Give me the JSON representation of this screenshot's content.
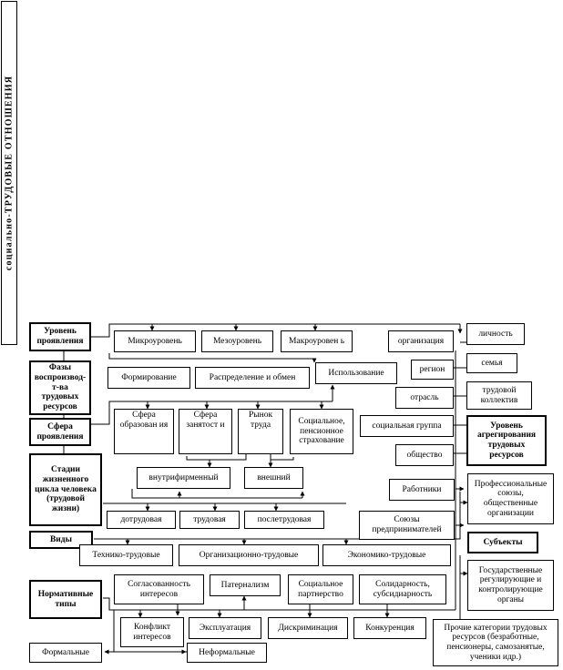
{
  "title": "социально-ТРУДОВЫЕ ОТНОШЕНИЯ",
  "categories_left": {
    "level": "Уровень проявления",
    "phases": "Фазы воспроизвод-т-ва трудовых ресурсов",
    "sphere": "Сфера проявления",
    "lifecycle": "Стадии жизненного цикла человека (трудовой жизни)",
    "kinds": "Виды",
    "normative": "Нормативные типы"
  },
  "levels": {
    "micro": "Микроуровень",
    "meso": "Мезоуровень",
    "macro": "Макроуровен ь"
  },
  "phases": {
    "formation": "Формирование",
    "distribution": "Распределение и обмен",
    "usage": "Использование"
  },
  "spheres": {
    "education": "Сфера образован ия",
    "employment": "Сфера занятост и",
    "market": "Рынок труда",
    "social": "Социальное, пенсионное страхование",
    "internal": "внутрифирменный",
    "external": "внешний"
  },
  "stages": {
    "pre": "дотрудовая",
    "work": "трудовая",
    "post": "послетрудовая"
  },
  "kinds": {
    "tech": "Технико-трудовые",
    "org": "Организационно-трудовые",
    "econ": "Экономико-трудовые"
  },
  "normative_types": {
    "consistency": "Согласованность интересов",
    "paternalism": "Патернализм",
    "partnership": "Социальное партнерство",
    "solidarity": "Солидарность, субсидиарность",
    "conflict": "Конфликт интересов",
    "exploitation": "Эксплуатация",
    "discrimination": "Дискриминация",
    "competition": "Конкуренция",
    "formal": "Формальные",
    "informal": "Неформальные"
  },
  "aggregation": {
    "title": "Уровень агрегирования трудовых ресурсов",
    "organization": "организация",
    "region": "регион",
    "industry": "отрасль",
    "social_group": "социальная группа",
    "society": "общество",
    "person": "личность",
    "family": "семья",
    "collective": "трудовой коллектив"
  },
  "subjects": {
    "title": "Субъекты",
    "workers": "Работники",
    "employers": "Союзы предпринимателей",
    "unions": "Профессиональные союзы, общественные организации",
    "government": "Государственные регулирующие и контролирующие органы",
    "others": "Прочие категории трудовых ресурсов (безработные, пенсионеры, самозанятые, ученики идр.)"
  }
}
